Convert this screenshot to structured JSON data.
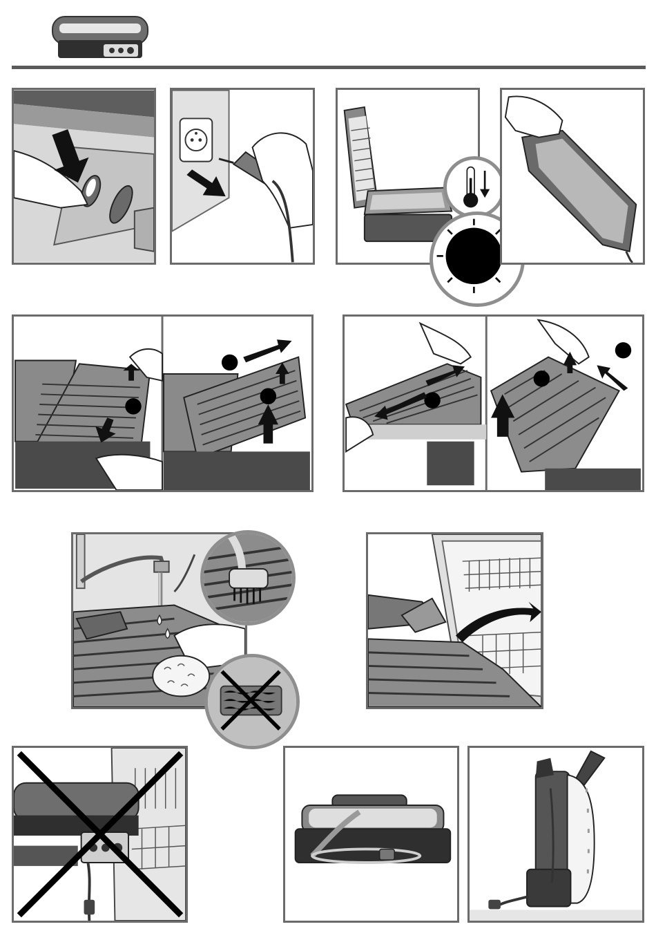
{
  "document": {
    "product_icon": "contact-grill-icon",
    "colors": {
      "frame": "#6b6b6b",
      "plate": "#8c8c8c",
      "dark": "#333333",
      "light": "#d0d0d0",
      "accent": "#000000"
    }
  },
  "steps": [
    {
      "id": 1,
      "icon": "power-button-press-icon"
    },
    {
      "id": 2,
      "icon": "unplug-icon"
    },
    {
      "id": 3,
      "icon": "cool-down-thermometer-icon"
    },
    {
      "id": 4,
      "icon": "lift-lid-icon"
    },
    {
      "id": 5,
      "icon": "remove-lower-plate-icon"
    },
    {
      "id": 6,
      "icon": "remove-upper-plate-icon"
    },
    {
      "id": 7,
      "icon": "wash-plate-icon"
    },
    {
      "id": 8,
      "icon": "dishwasher-plate-icon"
    },
    {
      "id": 9,
      "icon": "no-dishwasher-body-icon"
    },
    {
      "id": 10,
      "icon": "cord-storage-icon"
    },
    {
      "id": 11,
      "icon": "vertical-storage-icon"
    }
  ]
}
